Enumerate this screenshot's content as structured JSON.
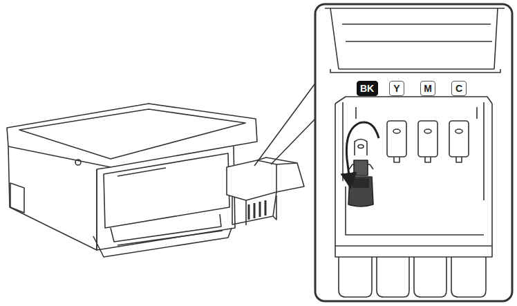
{
  "diagram": {
    "nodes": [
      {
        "text": [
          "BK"
        ]
      },
      {
        "text": [
          "Y"
        ]
      },
      {
        "text": [
          "M"
        ]
      },
      {
        "text": [
          "C"
        ]
      }
    ]
  }
}
